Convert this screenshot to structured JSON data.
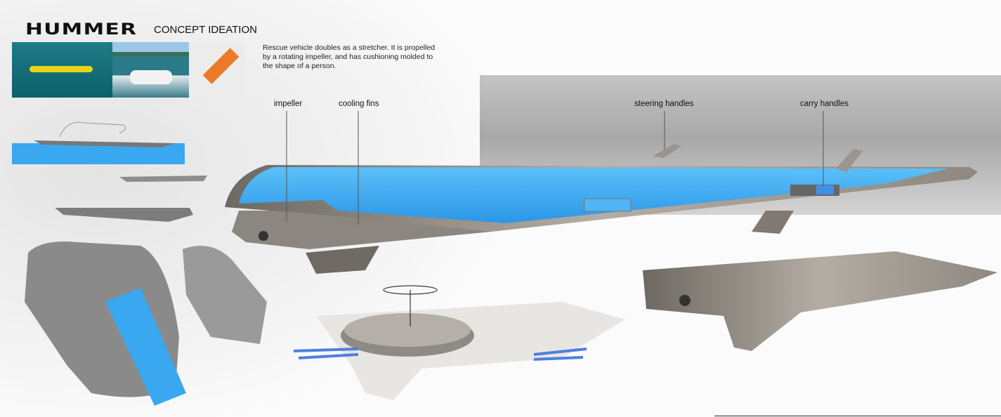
{
  "header": {
    "brand": "HUMMER",
    "title": "CONCEPT IDEATION"
  },
  "description": "Rescue vehicle doubles as a stretcher. It is propelled by a rotating impeller, and has cushioning molded to the shape of a person.",
  "reference_images": [
    "rescue-board-photo",
    "jet-ski-photo",
    "stretcher-photo"
  ],
  "callouts": {
    "impeller": "impeller",
    "cooling_fins": "cooling fins",
    "steering_handles": "steering handles",
    "carry_handles": "carry handles"
  },
  "colors": {
    "cushion_blue": "#3aa8f0",
    "body_gray": "#9a958e",
    "panel_gray": "#c9c9c9"
  }
}
